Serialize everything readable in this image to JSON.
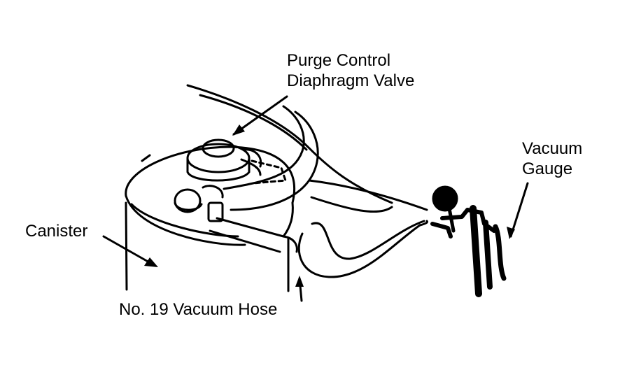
{
  "labels": {
    "purge_valve_line1": "Purge Control",
    "purge_valve_line2": "Diaphragm Valve",
    "vacuum_gauge_line1": "Vacuum",
    "vacuum_gauge_line2": "Gauge",
    "canister": "Canister",
    "vacuum_hose": "No. 19 Vacuum Hose"
  },
  "colors": {
    "ink": "#000000",
    "paper": "#ffffff"
  }
}
